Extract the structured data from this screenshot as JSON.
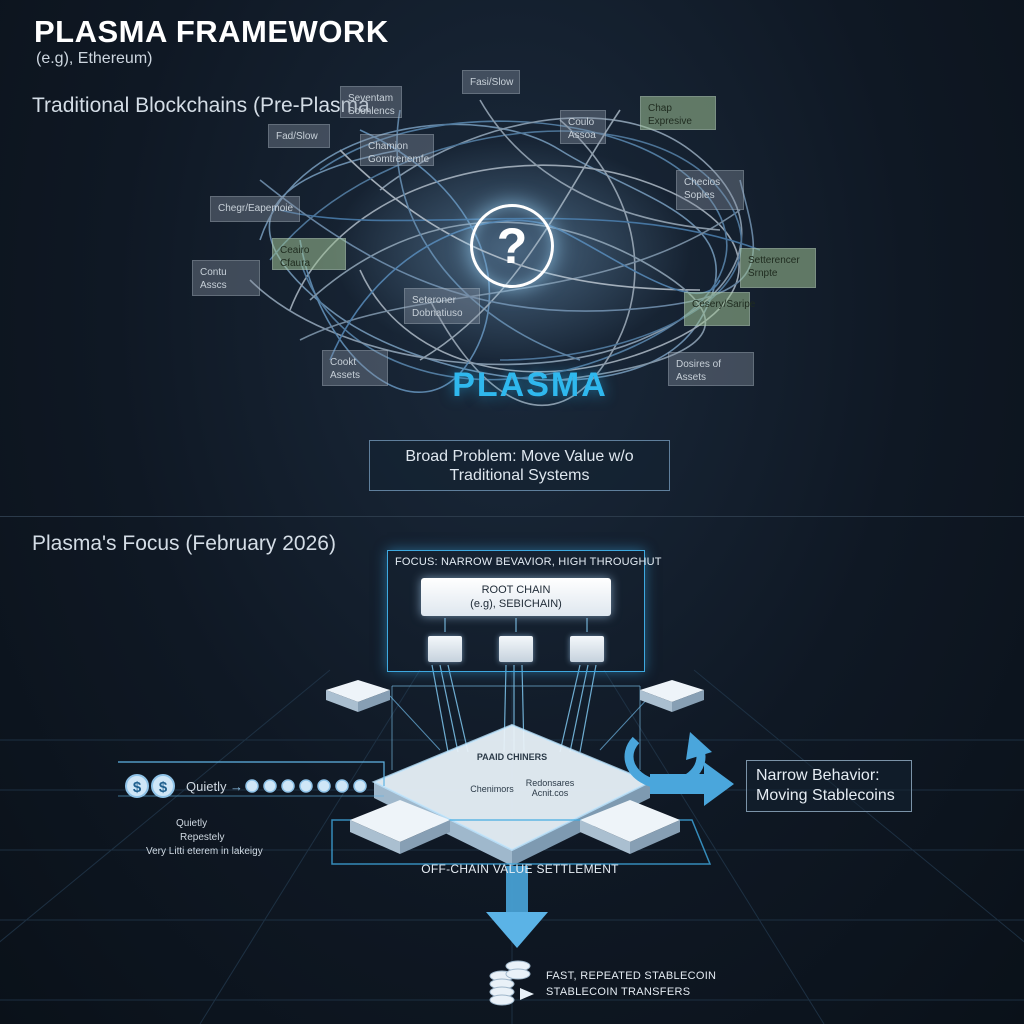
{
  "header": {
    "title": "PLASMA FRAMEWORK",
    "subtitle": "(e.g), Ethereum)"
  },
  "top_section": {
    "heading": "Traditional Blockchains (Pre-Plasma",
    "tags": [
      {
        "label": "Fasi/Slow"
      },
      {
        "label": "Seventam\nSoonlencs"
      },
      {
        "label": "Chap Expresive"
      },
      {
        "label": "Fad/Slow"
      },
      {
        "label": "Chamion\nGomtrenemfe"
      },
      {
        "label": "Coulo\nAssoa"
      },
      {
        "label": "Chegr/Eapemoie"
      },
      {
        "label": "Checios\nSoples"
      },
      {
        "label": "Ceairo Cfaura"
      },
      {
        "label": "Contu\nAsscs"
      },
      {
        "label": "Seteroner\nDobnatiuso"
      },
      {
        "label": "Setterencer\nSrnpte"
      },
      {
        "label": "Cesery/Saripe"
      },
      {
        "label": "Cookt\nAssets"
      },
      {
        "label": "Dosires of Assets"
      }
    ],
    "center_symbol": "?",
    "brand_word": "PLASMA",
    "problem_text": "Broad Problem: Move Value w/o Traditional Systems"
  },
  "bottom_section": {
    "heading": "Plasma's Focus (February 2026)",
    "focus_label": "FOCUS: NARROW BEVAVIOR, HIGH THROUGHUT",
    "root_chain": {
      "line1": "ROOT CHAIN",
      "line2": "(e.g), SEBICHAIN)"
    },
    "platform_title": "PAAID CHINERS",
    "platform_cells": [
      "Chenimors",
      "Redonsares\nAcnit.cos"
    ],
    "narrow_behavior": "Narrow Behavior:\nMoving Stablecoins",
    "quietly_label": "Quietly",
    "side_notes": [
      "Quietly",
      "Repestely",
      "Very Litti eterem in lakeigy"
    ],
    "offchain_label": "OFF-CHAIN VALUE SETTLEMENT",
    "final_text_line1": "FAST, REPEATED STABLECOIN",
    "final_text_line2": "STABLECOIN TRANSFERS",
    "coin_symbol": "$"
  },
  "colors": {
    "accent": "#2fb8ee",
    "background": "#0f1824",
    "tag_green": "#a0c396"
  }
}
